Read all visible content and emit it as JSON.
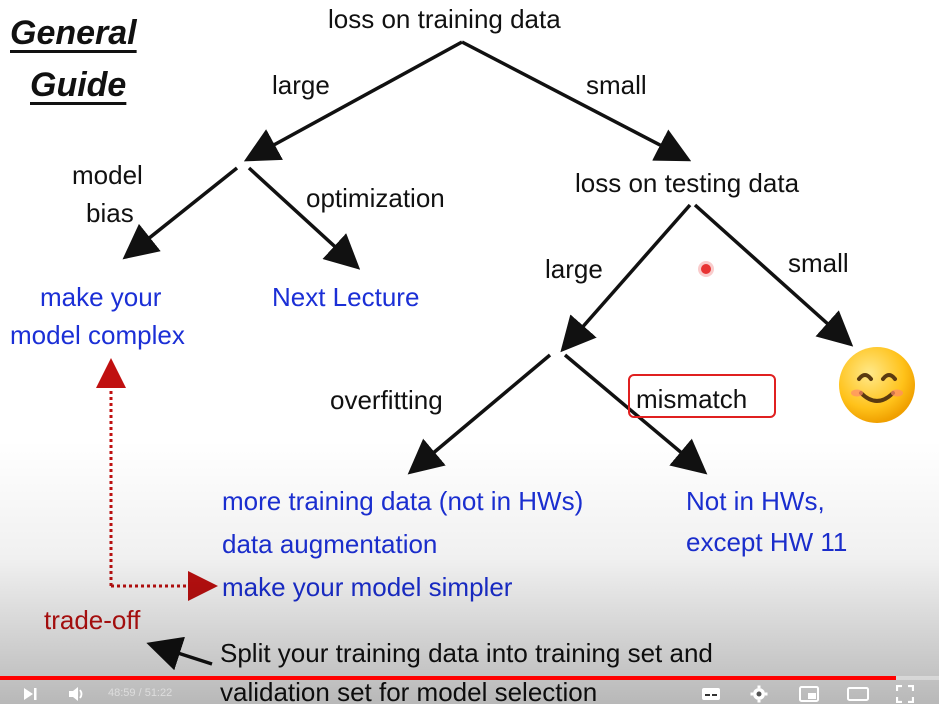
{
  "slide": {
    "title_line1": "General",
    "title_line2": "Guide",
    "root": "loss on training data",
    "branch_large_1": "large",
    "branch_small_1": "small",
    "model_bias_1": "model",
    "model_bias_2": "bias",
    "optimization": "optimization",
    "make_complex_1": "make your",
    "make_complex_2": "model complex",
    "next_lecture": "Next Lecture",
    "testing_node": "loss on testing data",
    "branch_large_2": "large",
    "branch_small_2": "small",
    "overfitting": "overfitting",
    "mismatch": "mismatch",
    "more_data": "more training data (not in HWs)",
    "augmentation": "data augmentation",
    "simpler": "make your model simpler",
    "not_in_hw_1": "Not in HWs,",
    "not_in_hw_2": "except HW 11",
    "tradeoff": "trade-off",
    "split_1": "Split your training data into training set and",
    "split_2": "validation set for model selection"
  },
  "player": {
    "time": "48:59 / 51:22",
    "progress": 0.954,
    "accent": "#ff0000"
  },
  "colors": {
    "blue": "#1b2fd6",
    "red": "#c01010",
    "mismatch_border": "#e02020"
  },
  "icons": [
    "smiley-icon",
    "play-icon",
    "volume-icon",
    "settings-icon",
    "subtitles-icon",
    "miniplayer-icon",
    "theater-icon",
    "fullscreen-icon"
  ]
}
